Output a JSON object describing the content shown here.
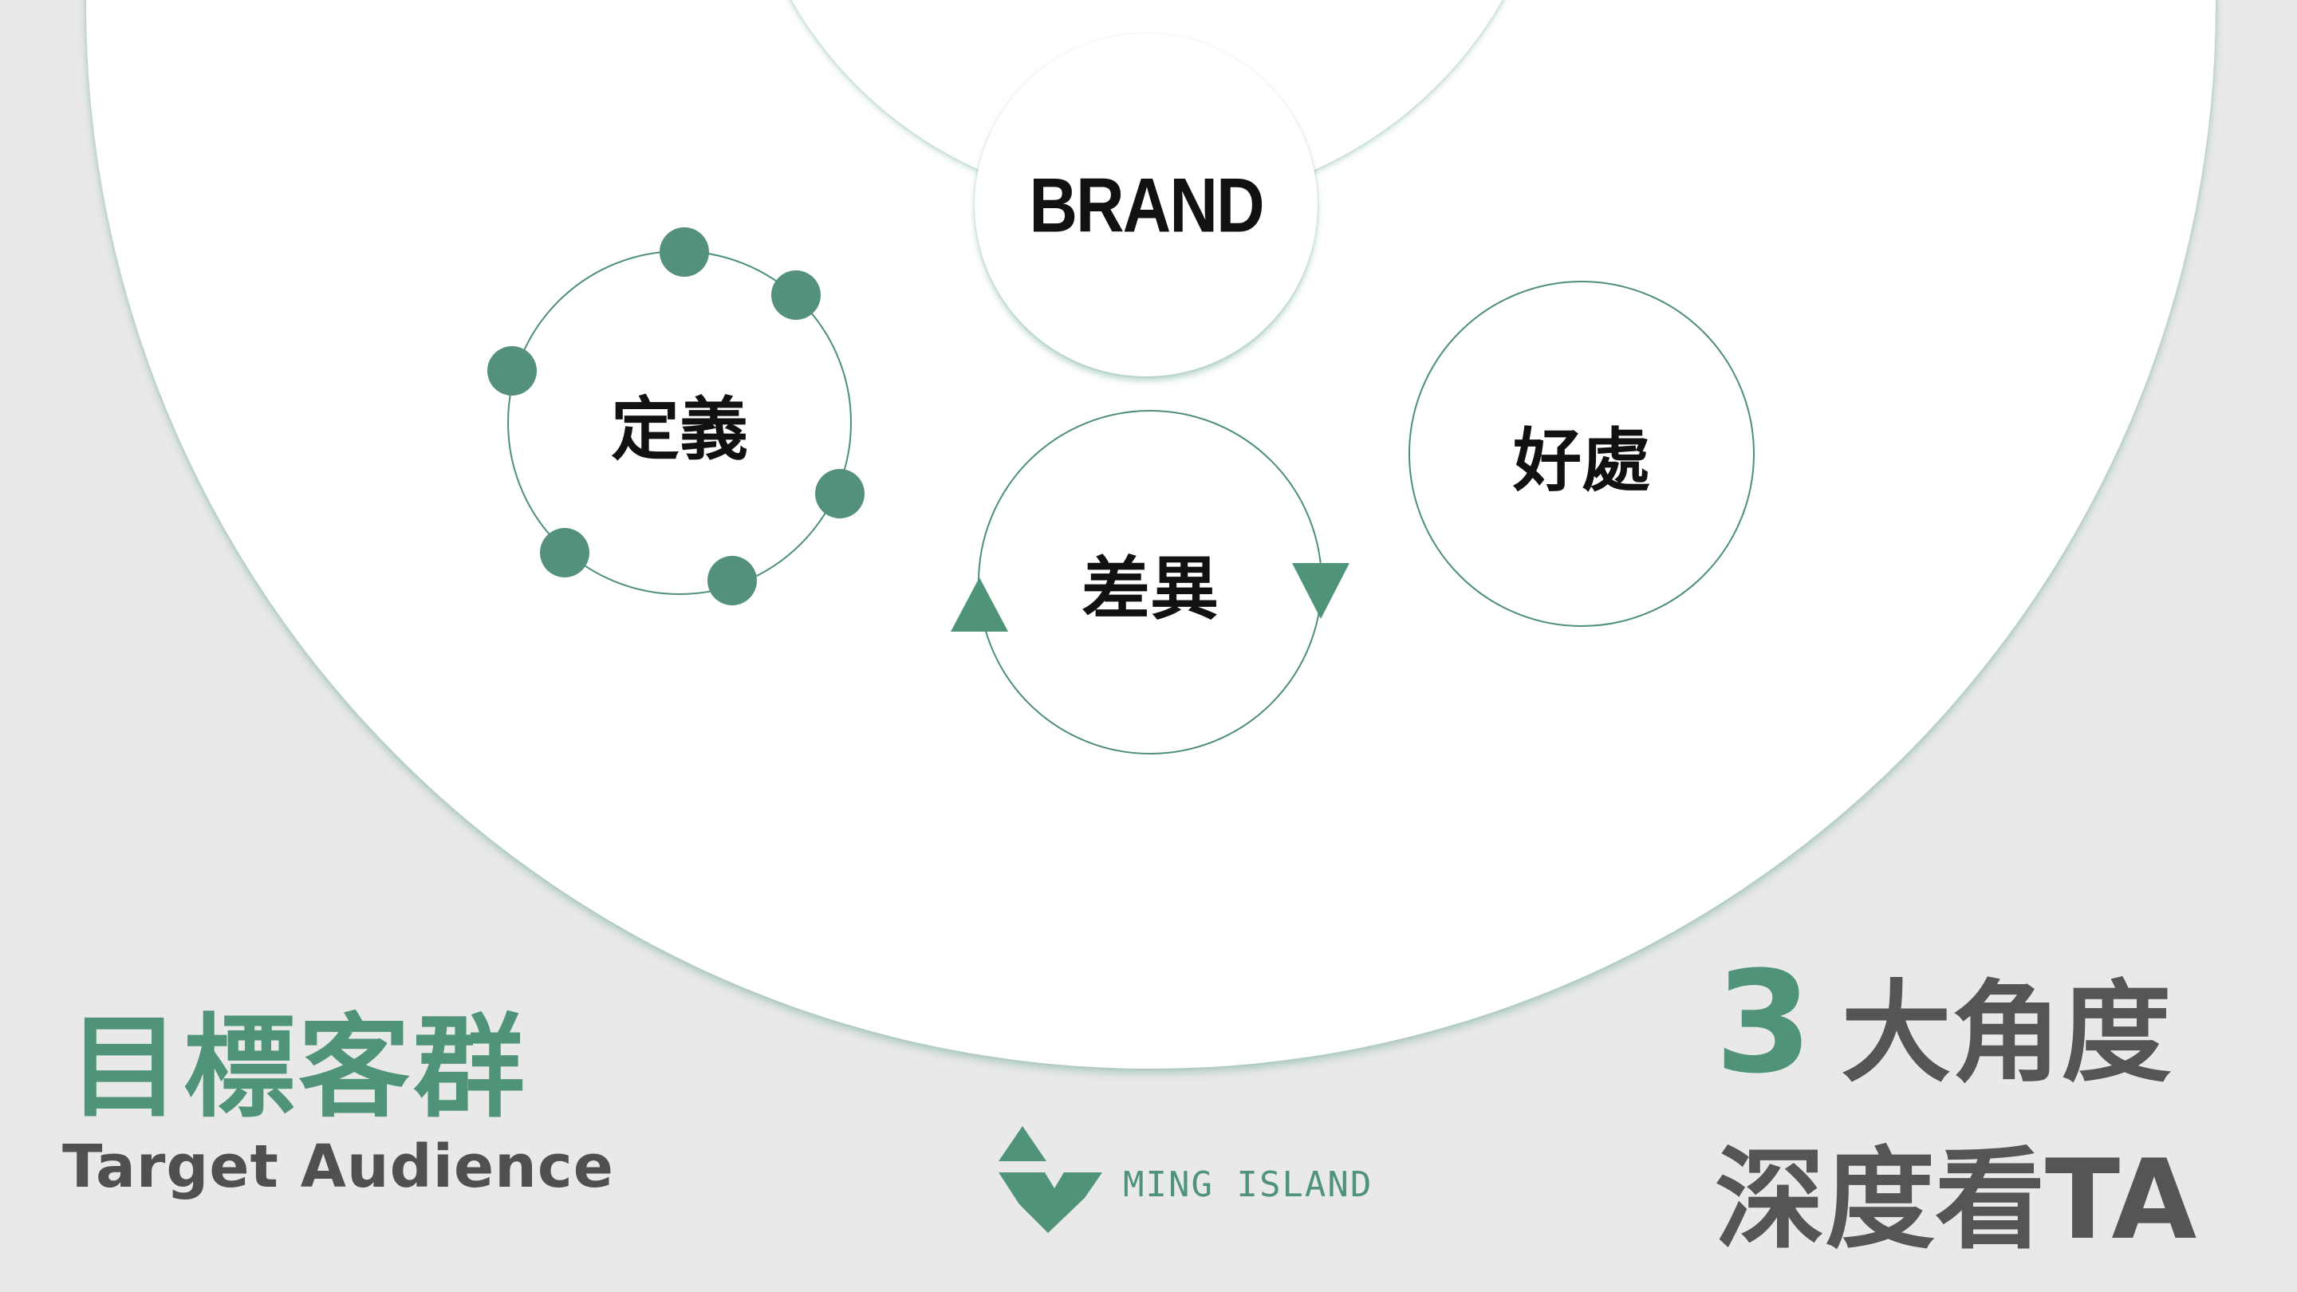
{
  "diagram": {
    "center_label": "BRAND",
    "definition_label": "定義",
    "difference_label": "差異",
    "benefit_label": "好處"
  },
  "title": {
    "zh": "目標客群",
    "en": "Target Audience"
  },
  "logo": {
    "text": "MING ISLAND"
  },
  "headline": {
    "number": "3",
    "line1": "大角度",
    "line2": "深度看TA"
  },
  "colors": {
    "accent": "#4f9479",
    "text_dark": "#555555",
    "background": "#e8e9e8"
  }
}
